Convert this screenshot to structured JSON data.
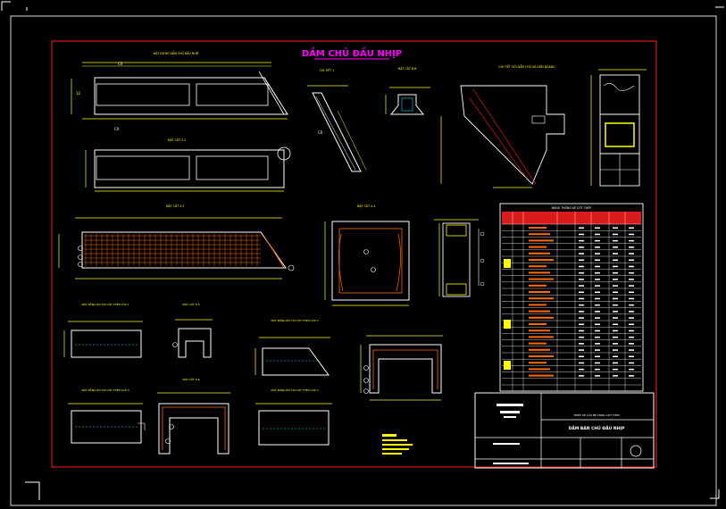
{
  "drawing": {
    "title": "DẦM CHỦ ĐẦU NHỊP",
    "views": {
      "elevation": "MẶT ĐỨNG DẦM CHỦ ĐẦU NHỊP",
      "plan": "MẶT CẮT 2-2",
      "detail_1": "CHI TIẾT 1",
      "section_b": "MẶT CẮT B-B",
      "section_side": "CHI TIẾT GỐI DẦM CHỦ VÀ DẦM NGANG",
      "rebar_elevation": "MẶT CẮT 3-3",
      "rebar_section": "MẶT CẮT 4-4",
      "small_section_1": "MẶT BẰNG BỐ TRÍ CỐT THÉP LỚP 1",
      "small_section_2": "MẶT CẮT 5-5",
      "small_section_3": "MẶT BẰNG BỐ TRÍ CỐT THÉP LỚP 2",
      "small_section_4": "MẶT BẰNG BỐ TRÍ CỐT THÉP LỚP 3",
      "small_section_5": "MẶT CẮT 6-6",
      "small_section_6": "MẶT BẰNG BỐ TRÍ CỐT THÉP LỚP 4"
    },
    "table": {
      "title": "BẢNG THỐNG KÊ CỐT THÉP"
    },
    "title_block": {
      "project": "THIẾT KẾ CẦU BÊ TÔNG CỐT THÉP",
      "sheet_name": "DẦM BẢN CHỦ ĐẦU NHỊP"
    }
  },
  "colors": {
    "background": "#000000",
    "frame": "#ff2020",
    "line": "#ffffff",
    "dimension": "#ffff00",
    "rebar": "#ff6a00",
    "accent": "#ff00ff",
    "cyan": "#00e5ff",
    "table": "#00cc44"
  }
}
